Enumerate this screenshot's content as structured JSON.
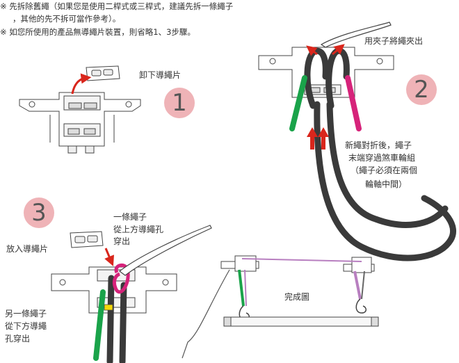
{
  "notes": [
    "※ 先拆除舊繩（如果您是使用二桿式或三桿式，建議先拆一條繩子",
    "，其他的先不拆可當作參考）。",
    "※ 如您所使用的產品無導繩片裝置，則省略1、3步驟。"
  ],
  "steps": {
    "one": {
      "number": "1",
      "label": "卸下導繩片"
    },
    "two": {
      "number": "2",
      "label_clip": "用夾子將繩夾出",
      "label_lines": [
        "新繩對折後，繩子",
        "末端穿過煞車輪組",
        "（繩子必須在兩個",
        "輪軸中間）"
      ]
    },
    "three": {
      "number": "3",
      "label_insert": "放入導繩片",
      "label_top_lines": [
        "一條繩子",
        "從上方導繩孔",
        "穿出"
      ],
      "label_bottom_lines": [
        "另一條繩子",
        "從下方導繩",
        "孔穿出"
      ]
    },
    "complete": {
      "label": "完成圖"
    }
  },
  "colors": {
    "rope_dark": "#3a3a3a",
    "rope_green": "#1aa34a",
    "rope_magenta": "#d6237a",
    "arrow_red": "#d9261c",
    "circle_pink": "#efb3b7",
    "line_purple": "#b87fc0"
  }
}
